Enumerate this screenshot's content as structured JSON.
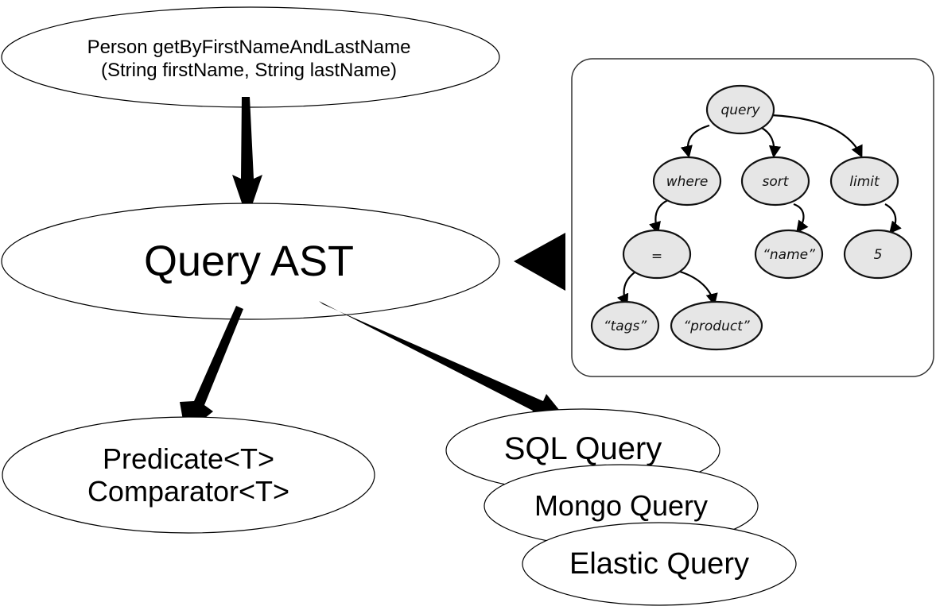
{
  "method_signature": {
    "line1": "Person getByFirstNameAndLastName",
    "line2": "(String firstName, String lastName)"
  },
  "query_ast": {
    "label": "Query AST"
  },
  "in_memory": {
    "line1": "Predicate<T>",
    "line2": "Comparator<T>"
  },
  "backends": [
    {
      "label": "SQL Query"
    },
    {
      "label": "Mongo Query"
    },
    {
      "label": "Elastic Query"
    }
  ],
  "ast_example": {
    "nodes": {
      "query": "query",
      "where": "where",
      "sort": "sort",
      "limit": "limit",
      "eq": "=",
      "name": "“name”",
      "five": "5",
      "tags": "“tags”",
      "product": "“product”"
    }
  },
  "colors": {
    "line": "#000000",
    "tree_node_fill": "#e6e6e6",
    "panel_border": "#333333"
  }
}
